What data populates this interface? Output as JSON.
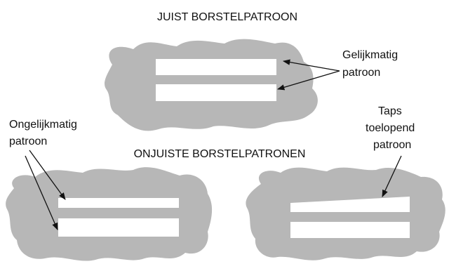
{
  "colors": {
    "blob": "#b7b7b7",
    "stripe": "#ffffff",
    "ink": "#111111"
  },
  "labels": {
    "correct_title": "JUIST BORSTELPATROON",
    "incorrect_title": "ONJUISTE BORSTELPATRONEN",
    "even_pattern_line1": "Gelijkmatig",
    "even_pattern_line2": "patroon",
    "uneven_pattern_line1": "Ongelijkmatig",
    "uneven_pattern_line2": "patroon",
    "tapered_pattern_line1": "Taps",
    "tapered_pattern_line2": "toelopend",
    "tapered_pattern_line3": "patroon"
  }
}
